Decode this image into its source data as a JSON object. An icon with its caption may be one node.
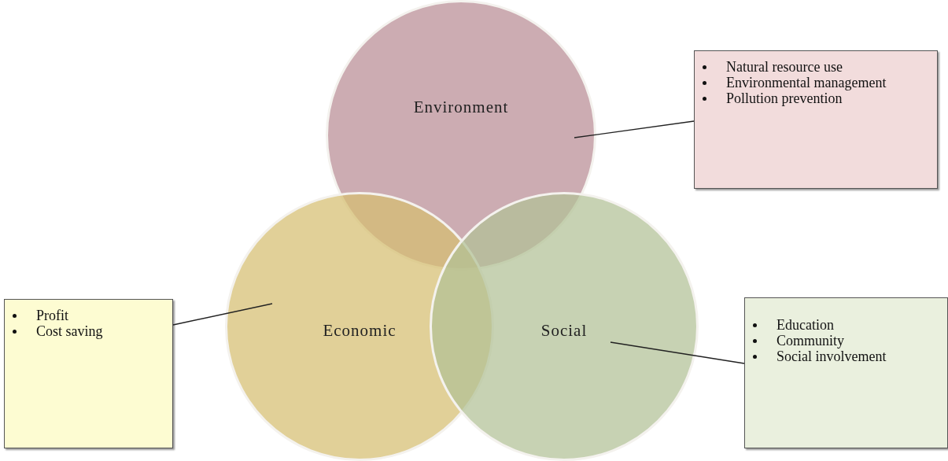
{
  "diagram": {
    "nodes": [
      {
        "text": [
          "Environment"
        ]
      },
      {
        "text": [
          "Economic"
        ]
      },
      {
        "text": [
          "Social"
        ]
      },
      {
        "text": [
          "Natural resource use",
          "Environmental management",
          "Pollution prevention"
        ]
      },
      {
        "text": [
          "Profit",
          "Cost saving"
        ]
      },
      {
        "text": [
          "Education",
          "Community",
          "Social involvement"
        ]
      }
    ],
    "edges": [
      {
        "from": 3,
        "to": 0,
        "arrow": "none"
      },
      {
        "from": 4,
        "to": 1,
        "arrow": "none"
      },
      {
        "from": 5,
        "to": 2,
        "arrow": "none"
      }
    ]
  }
}
